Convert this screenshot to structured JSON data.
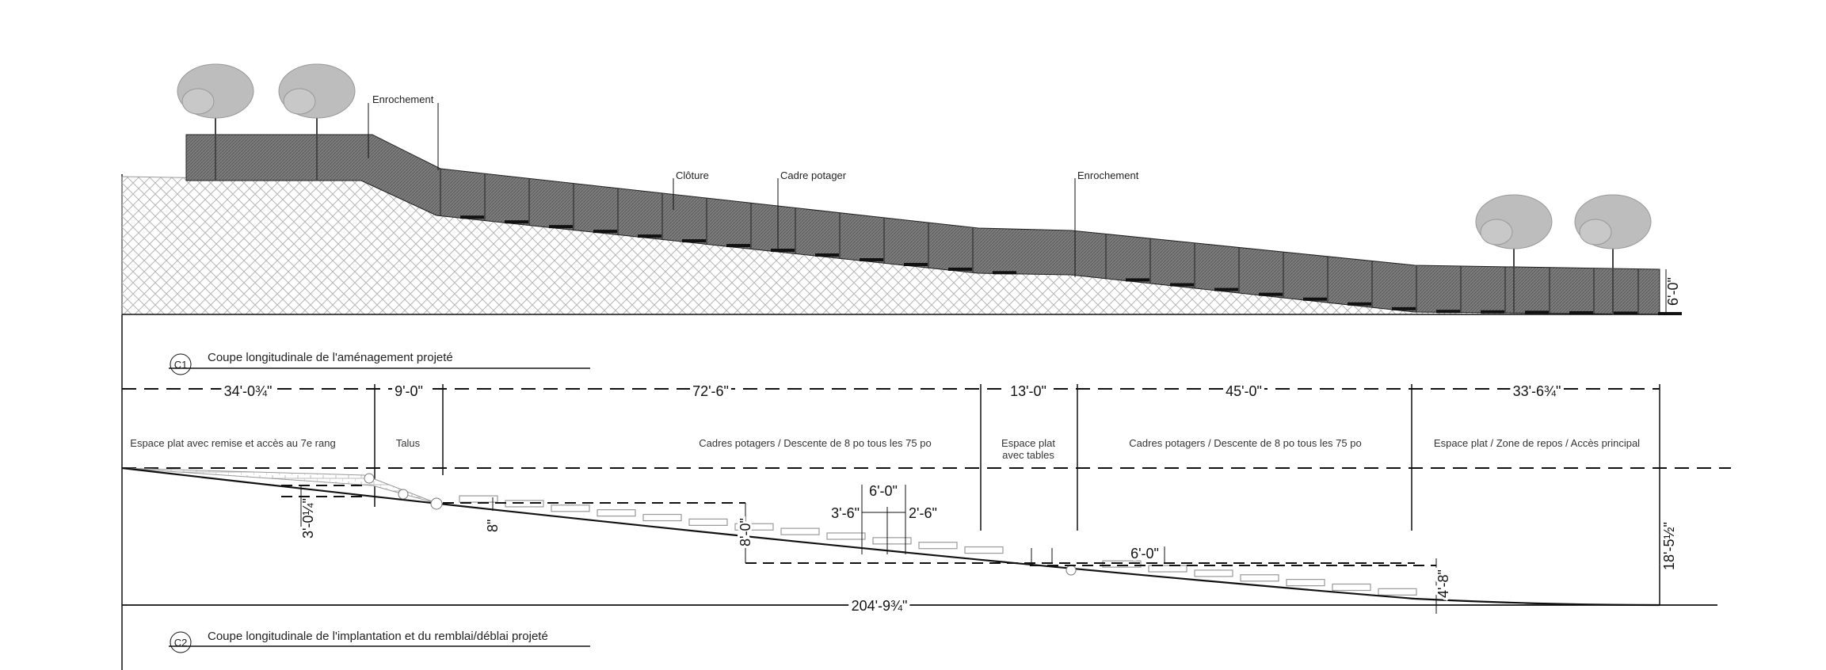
{
  "section_c1": {
    "marker": "C1",
    "title": "Coupe longitudinale de l'aménagement projeté",
    "callouts": [
      "Enrochement",
      "Clôture",
      "Cadre potager",
      "Enrochement"
    ],
    "fence_height": "6'-0\""
  },
  "dimensions": {
    "segments": [
      "34'-0¾\"",
      "9'-0\"",
      "72'-6\"",
      "13'-0\"",
      "45'-0\"",
      "33'-6¾\""
    ],
    "zones": [
      "Espace plat avec remise et accès au 7e rang",
      "Talus",
      "Cadres potagers / Descente de 8 po tous les 75 po",
      "Espace plat",
      "avec tables",
      "Cadres potagers / Descente de 8 po tous les 75 po",
      "Espace plat / Zone de repos / Accès principal"
    ]
  },
  "section_c2": {
    "marker": "C2",
    "title": "Coupe longitudinale de l'implantation et du remblai/déblai projeté",
    "dims": {
      "fill_depth": "3'-0¼\"",
      "step": "8\"",
      "cut_depth": "8'-0\"",
      "bed_width": "6'-0\"",
      "bed_a": "3'-6\"",
      "bed_b": "2'-6\"",
      "bed_width_2": "6'-0\"",
      "cut_depth_2": "4'-8\"",
      "total_height": "18'-5½\"",
      "total_length": "204'-9¾\""
    }
  },
  "colors": {
    "line": "#111111",
    "fence": "#8a8a8a",
    "hatch": "#bdbdbd",
    "tree": "#b8b8b8"
  }
}
